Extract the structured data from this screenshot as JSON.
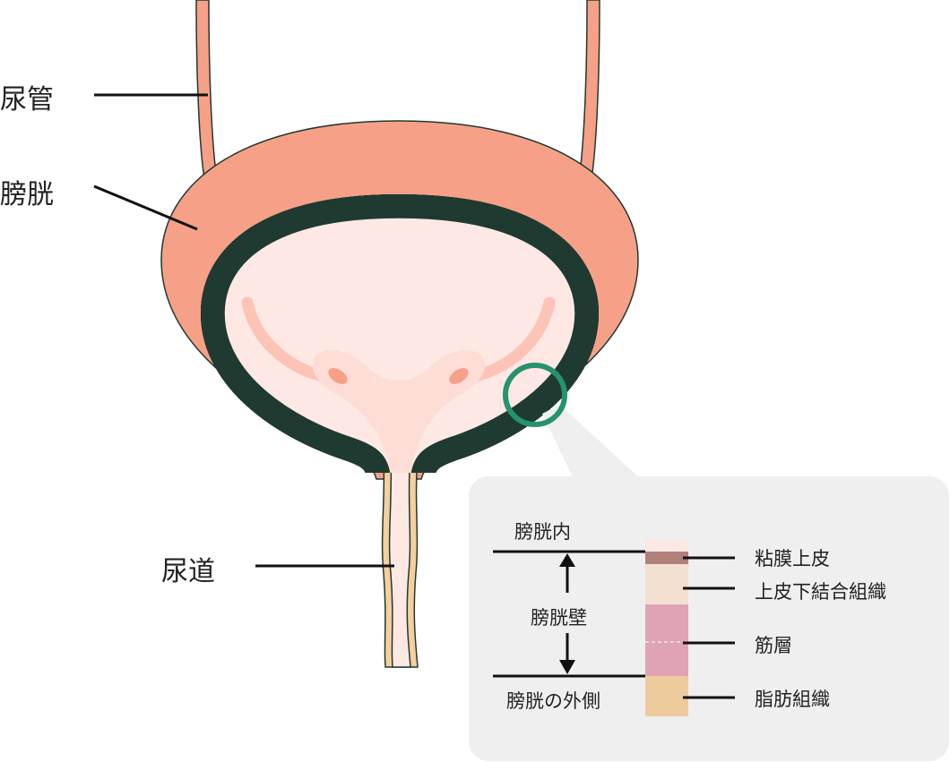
{
  "labels": {
    "ureter": "尿管",
    "bladder": "膀胱",
    "urethra": "尿道"
  },
  "callout": {
    "inside": "膀胱内",
    "wall": "膀胱壁",
    "outside": "膀胱の外側",
    "layers": [
      "粘膜上皮",
      "上皮下結合組織",
      "筋層",
      "脂肪組織"
    ]
  },
  "colors": {
    "bladder_outer": "#f7a088",
    "fat": "#f5cf9e",
    "muscle": "#eba6b6",
    "submucosa": "#fbe6d4",
    "lumen": "#fde8e3",
    "outline": "#1f3a30",
    "highlight_circle": "#25936e",
    "callout_bg": "#efefef"
  }
}
